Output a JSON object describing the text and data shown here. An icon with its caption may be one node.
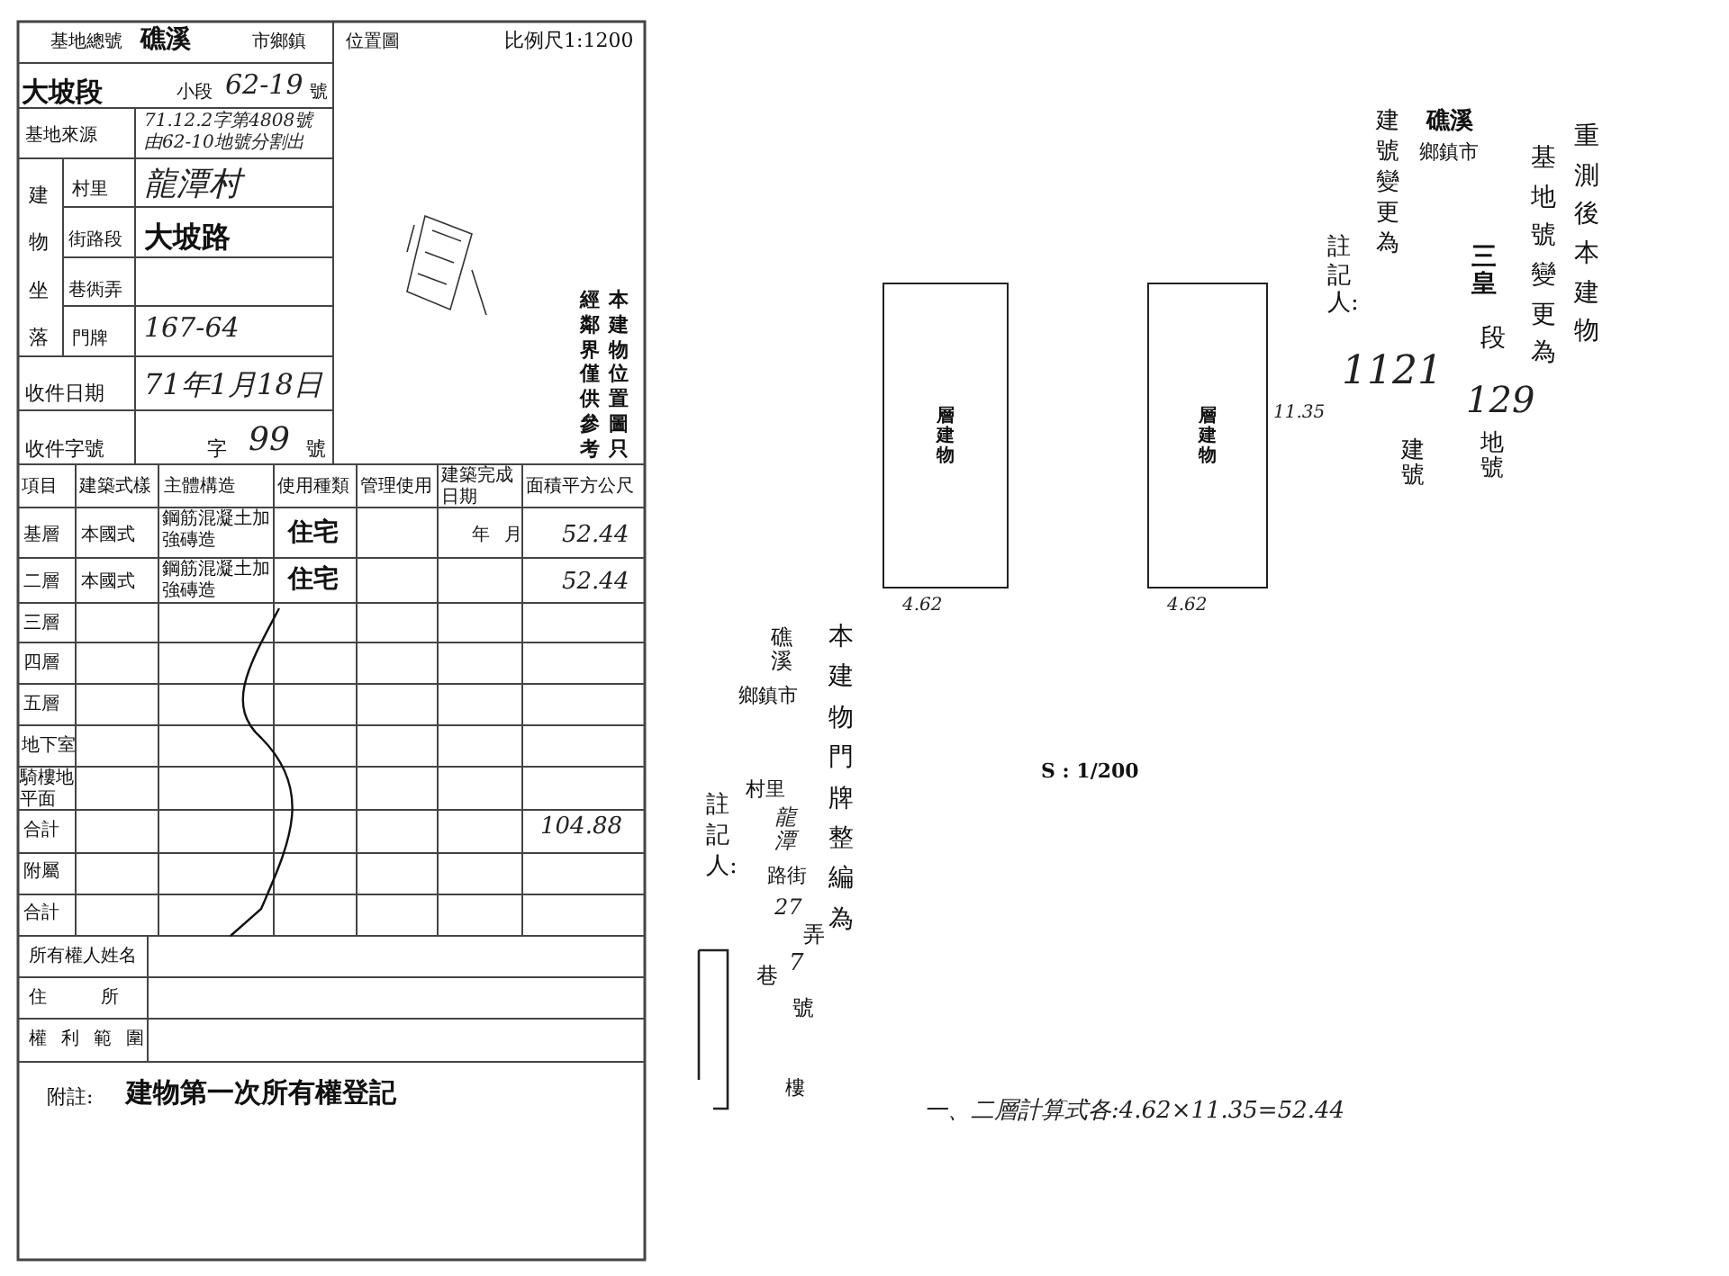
{
  "diagram": {
    "nodes": [
      {
        "text": [
          "層建物"
        ],
        "beside": [
          "4.62"
        ]
      },
      {
        "text": [
          "層建物"
        ],
        "beside": [
          "4.62",
          "11.35"
        ]
      }
    ],
    "labels": [
      "基地總號",
      "礁溪",
      "市鄉鎮",
      "位置圖",
      "比例尺1:1200",
      "大坡段",
      "小段",
      "62-19",
      "號",
      "基地來源",
      "71.12.2字第4808號由62-10地號分割出",
      "建物坐落",
      "村里",
      "龍潭村",
      "街路段",
      "大坡路",
      "巷衖弄",
      "門牌",
      "167-64",
      "收件日期",
      "71年1月18日",
      "收件字號",
      "字",
      "99",
      "號",
      "經鄰界僅供參考",
      "本建物位置圖只",
      "項目",
      "建築式樣",
      "主體構造",
      "使用種類",
      "管理使用",
      "建築完成日期",
      "面積平方公尺",
      "基層",
      "本國式",
      "鋼筋混凝土加強磚造",
      "住宅",
      "年",
      "月",
      "52.44",
      "二層",
      "本國式",
      "鋼筋混凝土加強磚造",
      "住宅",
      "52.44",
      "三層",
      "四層",
      "五層",
      "地下室",
      "騎樓地平面",
      "合計",
      "104.88",
      "附屬",
      "合計",
      "所有權人姓名",
      "住所",
      "權利範圍",
      "附註:",
      "建物第一次所有權登記",
      "基地號變更為",
      "重測後本建物",
      "礁溪",
      "鄉鎮市",
      "建號變更為",
      "三皇",
      "段",
      "註記人:",
      "1121",
      "129",
      "建號",
      "地號",
      "本建物門牌整編為",
      "礁溪",
      "鄉鎮市",
      "村里",
      "龍潭",
      "路街",
      "27",
      "弄",
      "巷",
      "7",
      "號",
      "樓",
      "註記人:",
      "S : 1/200",
      "一、二層計算式各:4.62×11.35=52.44"
    ]
  }
}
